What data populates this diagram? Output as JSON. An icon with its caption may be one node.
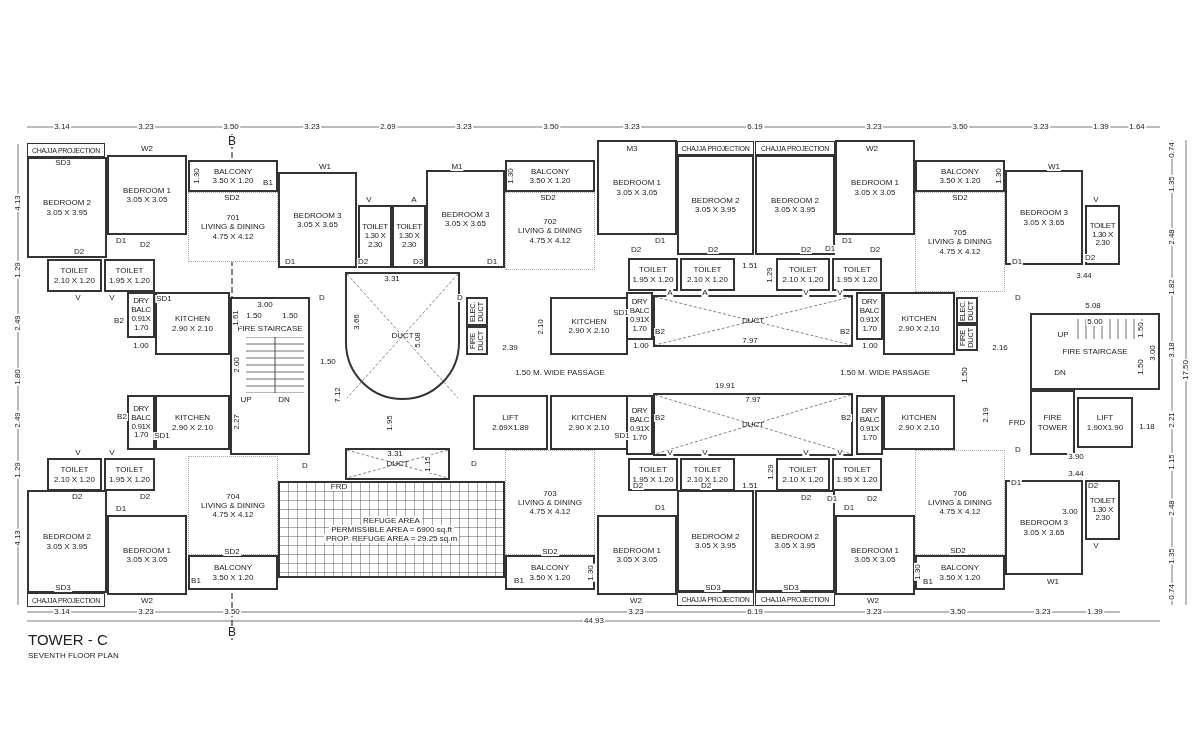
{
  "diagram": {
    "title": "TOWER - C",
    "caption": "SEVENTH FLOOR PLAN",
    "nodes": [
      {
        "text": [
          "CHAJJA PROJECTION"
        ]
      },
      {
        "text": [
          "BEDROOM 2",
          "3.05 X 3.95"
        ]
      },
      {
        "text": [
          "BEDROOM 1",
          "3.05 X 3.05"
        ]
      },
      {
        "text": [
          "BALCONY",
          "3.50 X 1.20"
        ]
      },
      {
        "text": [
          "701",
          "LIVING & DINING",
          "4.75 X 4.12"
        ]
      },
      {
        "text": [
          "TOILET",
          "2.10 X 1.20"
        ]
      },
      {
        "text": [
          "TOILET",
          "1.95 X 1.20"
        ]
      },
      {
        "text": [
          "DRY BALC 0.91X 1.70"
        ]
      },
      {
        "text": [
          "KITCHEN",
          "2.90 X 2.10"
        ]
      },
      {
        "text": [
          "FIRE STAIRCASE"
        ]
      },
      {
        "text": [
          "BEDROOM 3",
          "3.05 X 3.65"
        ]
      },
      {
        "text": [
          "TOILET",
          "1.30 X 2.30"
        ]
      },
      {
        "text": [
          "TOILET",
          "1.30 X 2.30"
        ]
      },
      {
        "text": [
          "BEDROOM 3",
          "3.05 X 3.65"
        ]
      },
      {
        "text": [
          "DUCT"
        ]
      },
      {
        "text": [
          "BALCONY",
          "3.50 X 1.20"
        ]
      },
      {
        "text": [
          "702",
          "LIVING & DINING",
          "4.75 X 4.12"
        ]
      },
      {
        "text": [
          "BEDROOM 1",
          "3.05 X 3.05"
        ]
      },
      {
        "text": [
          "CHAJJA PROJECTION"
        ]
      },
      {
        "text": [
          "BEDROOM 2",
          "3.05 X 3.95"
        ]
      },
      {
        "text": [
          "CHAJJA PROJECTION"
        ]
      },
      {
        "text": [
          "BEDROOM 2",
          "3.05 X 3.95"
        ]
      },
      {
        "text": [
          "BEDROOM 1",
          "3.05 X 3.05"
        ]
      },
      {
        "text": [
          "BALCONY",
          "3.50 X 1.20"
        ]
      },
      {
        "text": [
          "705",
          "LIVING & DINING",
          "4.75 X 4.12"
        ]
      },
      {
        "text": [
          "BEDROOM 3",
          "3.05 X 3.65"
        ]
      },
      {
        "text": [
          "TOILET",
          "1.30 X 2.30"
        ]
      },
      {
        "text": [
          "ELEC. DUCT"
        ]
      },
      {
        "text": [
          "FIRE DUCT"
        ]
      },
      {
        "text": [
          "KITCHEN",
          "2.90 X 2.10"
        ]
      },
      {
        "text": [
          "TOILET",
          "1.95 X 1.20"
        ]
      },
      {
        "text": [
          "TOILET",
          "2.10 X 1.20"
        ]
      },
      {
        "text": [
          "DRY BALC 0.91X 1.70"
        ]
      },
      {
        "text": [
          "DUCT"
        ]
      },
      {
        "text": [
          "TOILET",
          "2.10 X 1.20"
        ]
      },
      {
        "text": [
          "TOILET",
          "1.95 X 1.20"
        ]
      },
      {
        "text": [
          "DRY BALC 0.91X 1.70"
        ]
      },
      {
        "text": [
          "KITCHEN",
          "2.90 X 2.10"
        ]
      },
      {
        "text": [
          "ELEC. DUCT"
        ]
      },
      {
        "text": [
          "FIRE DUCT"
        ]
      },
      {
        "text": [
          "FIRE STAIRCASE"
        ]
      },
      {
        "text": [
          "FIRE TOWER"
        ]
      },
      {
        "text": [
          "LIFT",
          "1.90X1.90"
        ]
      },
      {
        "text": [
          "LIFT",
          "2.69X1.89"
        ]
      },
      {
        "text": [
          "KITCHEN",
          "2.90 X 2.10"
        ]
      },
      {
        "text": [
          "DRY BALC 0.91X 1.70"
        ]
      },
      {
        "text": [
          "DUCT"
        ]
      },
      {
        "text": [
          "TOILET",
          "1.95 X 1.20"
        ]
      },
      {
        "text": [
          "TOILET",
          "2.10 X 1.20"
        ]
      },
      {
        "text": [
          "TOILET",
          "2.10 X 1.20"
        ]
      },
      {
        "text": [
          "TOILET",
          "1.95 X 1.20"
        ]
      },
      {
        "text": [
          "DRY BALC 0.91X 1.70"
        ]
      },
      {
        "text": [
          "KITCHEN",
          "2.90 X 2.10"
        ]
      },
      {
        "text": [
          "703",
          "LIVING & DINING",
          "4.75 X 4.12"
        ]
      },
      {
        "text": [
          "BALCONY",
          "3.50 X 1.20"
        ]
      },
      {
        "text": [
          "BEDROOM 1",
          "3.05 X 3.05"
        ]
      },
      {
        "text": [
          "BEDROOM 2",
          "3.05 X 3.95"
        ]
      },
      {
        "text": [
          "CHAJJA PROJECTION"
        ]
      },
      {
        "text": [
          "BEDROOM 2",
          "3.05 X 3.95"
        ]
      },
      {
        "text": [
          "CHAJJA PROJECTION"
        ]
      },
      {
        "text": [
          "BEDROOM 1",
          "3.05 X 3.05"
        ]
      },
      {
        "text": [
          "BALCONY",
          "3.50 X 1.20"
        ]
      },
      {
        "text": [
          "706",
          "LIVING & DINING",
          "4.75 X 4.12"
        ]
      },
      {
        "text": [
          "BEDROOM 3",
          "3.05 X 3.65"
        ]
      },
      {
        "text": [
          "TOILET",
          "1.30 X 2.30"
        ]
      },
      {
        "text": [
          "KITCHEN",
          "2.90 X 2.10"
        ]
      },
      {
        "text": [
          "DRY BALC 0.91X 1.70"
        ]
      },
      {
        "text": [
          "TOILET",
          "2.10 X 1.20"
        ]
      },
      {
        "text": [
          "TOILET",
          "1.95 X 1.20"
        ]
      },
      {
        "text": [
          "BEDROOM 2",
          "3.05 X 3.95"
        ]
      },
      {
        "text": [
          "BEDROOM 1",
          "3.05 X 3.05"
        ]
      },
      {
        "text": [
          "BALCONY",
          "3.50 X 1.20"
        ]
      },
      {
        "text": [
          "704",
          "LIVING & DINING",
          "4.75 X 4.12"
        ]
      },
      {
        "text": [
          "CHAJJA PROJECTION"
        ]
      },
      {
        "text": [
          "DUCT"
        ]
      },
      {
        "text": [
          "REFUGE AREA",
          "PERMISSIBLE AREA = 6900 sq.ft",
          "PROP. REFUGE AREA = 29.25 sq.m"
        ]
      }
    ],
    "labels": [
      "3.14",
      "3.23",
      "3.50",
      "3.23",
      "2.69",
      "3.23",
      "3.50",
      "3.23",
      "6.19",
      "3.23",
      "3.50",
      "3.23",
      "1.39",
      "1.64",
      "4.13",
      "1.29",
      "2.49",
      "1.80",
      "2.49",
      "1.29",
      "4.13",
      "0.74",
      "1.35",
      "2.48",
      "1.82",
      "3.18",
      "2.21",
      "1.15",
      "2.48",
      "1.35",
      "0.74",
      "17.50",
      "B",
      "SD3",
      "W2",
      "1.30",
      "B1",
      "SD2",
      "D1",
      "D2",
      "D2",
      "V",
      "V",
      "SD1",
      "B2",
      "1.00",
      "W1",
      "V",
      "D1",
      "D2",
      "A",
      "D3",
      "3.31",
      "D",
      "3.66",
      "5.08",
      "3.00",
      "1.50",
      "1.50",
      "1.61",
      "2.00",
      "1.50",
      "7.12",
      "UP",
      "DN",
      "2.27",
      "1.95",
      "D",
      "M1",
      "1.30",
      "SD2",
      "D1",
      "M3",
      "D1",
      "D",
      "2.10",
      "2.39",
      "SD1",
      "B2",
      "1.00",
      "D2",
      "D2",
      "A",
      "A",
      "1.51",
      "1.29",
      "7.97",
      "1.50 M. WIDE PASSAGE",
      "1.50 M. WIDE PASSAGE",
      "19.91",
      "1.50",
      "W2",
      "D1",
      "D1",
      "SD2",
      "1.30",
      "W1",
      "V",
      "D2",
      "D1",
      "3.44",
      "D",
      "5.08",
      "5.00",
      "UP",
      "DN",
      "1.50",
      "1.50",
      "3.00",
      "2.16",
      "D2",
      "D2",
      "V",
      "V",
      "B2",
      "1.00",
      "FRD",
      "1.18",
      "3.90",
      "3.44",
      "2.19",
      "D",
      "D1",
      "D2",
      "3.00",
      "V",
      "B1",
      "W1",
      "SD2",
      "1.30",
      "W2",
      "D1",
      "D2",
      "D1",
      "D2",
      "V",
      "V",
      "B2",
      "1.15",
      "3.31",
      "D",
      "SD1",
      "B2",
      "V",
      "V",
      "D2",
      "D2",
      "1.51",
      "1.29",
      "7.97",
      "D1",
      "SD2",
      "B1",
      "1.30",
      "W2",
      "SD3",
      "SD3",
      "FRD",
      "B2",
      "SD1",
      "V",
      "V",
      "D2",
      "D2",
      "D1",
      "SD2",
      "B1",
      "SD3",
      "W2",
      "3.14",
      "3.23",
      "3.50",
      "3.23",
      "6.19",
      "3.23",
      "3.50",
      "3.23",
      "1.39",
      "44.93",
      "B"
    ]
  }
}
